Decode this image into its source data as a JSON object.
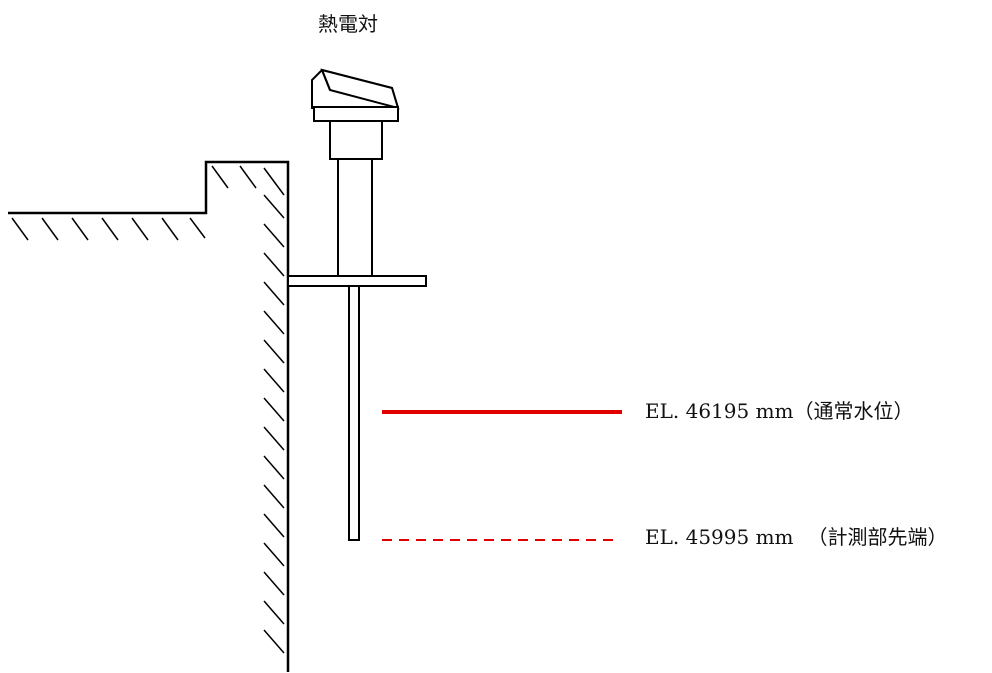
{
  "diagram": {
    "title": "熱電対",
    "water_level": {
      "label": "EL. 46195 mm",
      "note": "（通常水位）",
      "color": "#e00000"
    },
    "probe_tip": {
      "label": "EL. 45995 mm",
      "note": "（計測部先端）",
      "color": "#e00000"
    }
  }
}
